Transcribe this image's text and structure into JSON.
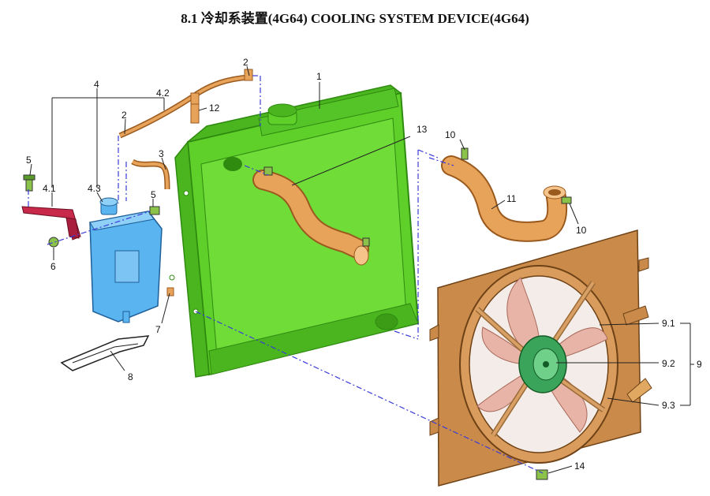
{
  "title": "8.1  冷却系装置(4G64) COOLING SYSTEM DEVICE(4G64)",
  "callouts": {
    "c1": "1",
    "c2a": "2",
    "c2b": "2",
    "c3": "3",
    "c4": "4",
    "c4_1": "4.1",
    "c4_2": "4.2",
    "c4_3": "4.3",
    "c5a": "5",
    "c5b": "5",
    "c6": "6",
    "c7": "7",
    "c8": "8",
    "c9": "9",
    "c9_1": "9.1",
    "c9_2": "9.2",
    "c9_3": "9.3",
    "c10a": "10",
    "c10b": "10",
    "c11": "11",
    "c12": "12",
    "c13": "13",
    "c14": "14"
  },
  "colors": {
    "radiator": "#5fcf2a",
    "radiator_dark": "#2f8a10",
    "hose": "#e8a35a",
    "hose_dark": "#9a5a1e",
    "tank": "#5ab4f0",
    "tank_dark": "#1f5f99",
    "shroud": "#c98a4a",
    "shroud_dark": "#6e4216",
    "fan_blade": "#e8b4a8",
    "motor": "#3aa55a",
    "bracket": "#c8284a",
    "dash_line": "#3b3bd6"
  }
}
